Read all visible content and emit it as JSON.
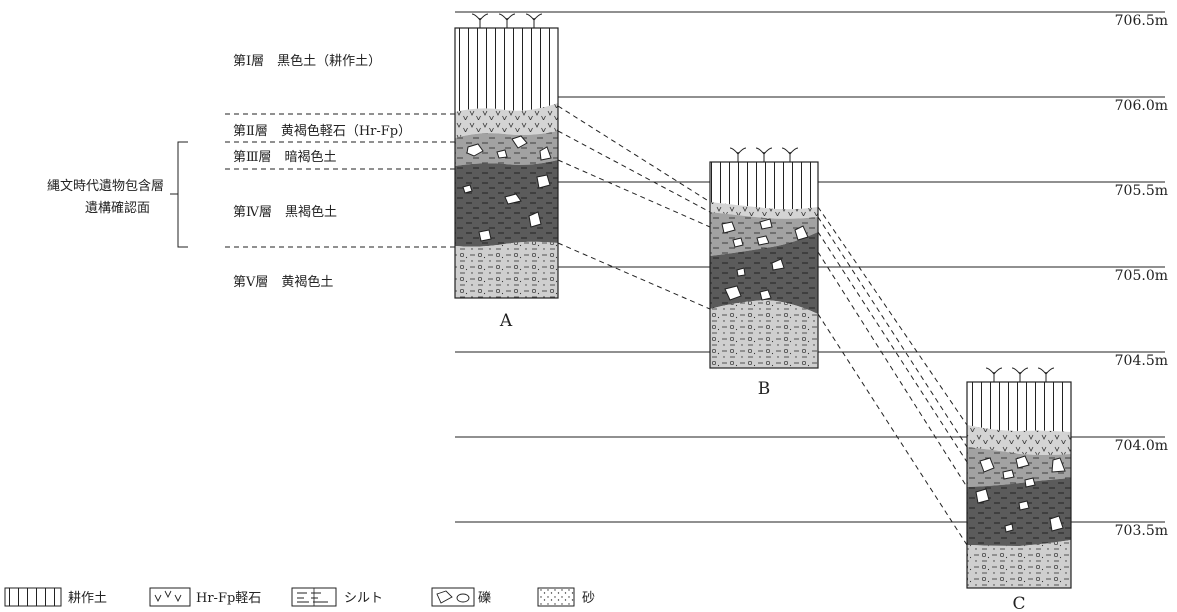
{
  "elevations": [
    "706.5m",
    "706.0m",
    "705.5m",
    "705.0m",
    "704.5m",
    "704.0m",
    "703.5m"
  ],
  "layers": [
    "第Ⅰ層　黒色土（耕作土）",
    "第Ⅱ層　黄褐色軽石（Hr-Fp）",
    "第Ⅲ層　暗褐色土",
    "第Ⅳ層　黒褐色土",
    "第Ⅴ層　黄褐色土"
  ],
  "bracket_label": [
    "縄文時代遺物包含層",
    "遺構確認面"
  ],
  "columns": [
    "A",
    "B",
    "C"
  ],
  "legend": [
    "耕作土",
    "Hr-Fp軽石",
    "シルト",
    "礫",
    "砂"
  ],
  "colors": {
    "cultivated": "#ffffff",
    "pumice": "#d4d4d4",
    "dark_brown": "#a2a2a2",
    "black_brown": "#5b5b5b",
    "yellow_brown": "#cfcfcf",
    "line": "#222222"
  }
}
